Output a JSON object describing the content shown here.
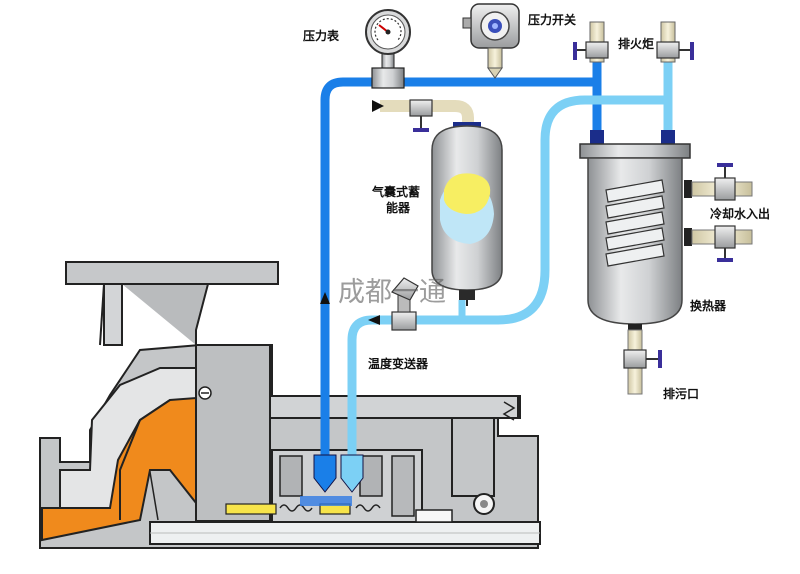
{
  "labels": {
    "pressure_gauge": "压力表",
    "pressure_switch": "压力开关",
    "vent_torch": "排火炬",
    "accumulator_line1": "气囊式蓄",
    "accumulator_line2": "能器",
    "coolant_inlet": "冷却水入出",
    "temp_transmitter": "温度变送器",
    "heat_exchanger": "换热器",
    "drain": "排污口"
  },
  "watermark": "成都一通",
  "colors": {
    "pipe_dark": "#1a7fe8",
    "pipe_light": "#7cd0f5",
    "casing": "#c4c6c8",
    "orange": "#f08a1c",
    "yellow": "#f7ee62",
    "valve_purple": "#3a2f9a"
  }
}
